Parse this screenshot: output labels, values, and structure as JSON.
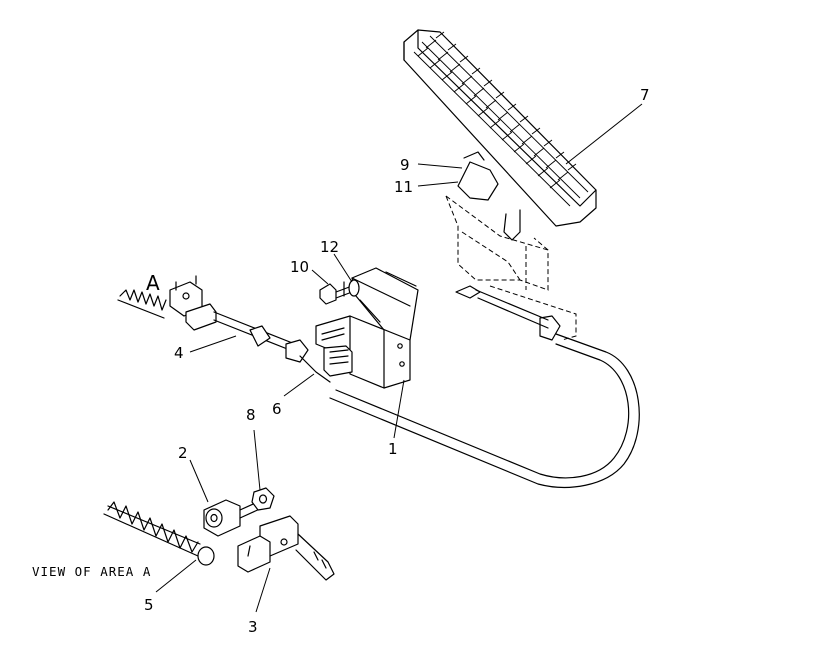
{
  "callouts": {
    "c1": "1",
    "c2": "2",
    "c3": "3",
    "c4": "4",
    "c5": "5",
    "c6": "6",
    "c7": "7",
    "c8": "8",
    "c9": "9",
    "c10": "10",
    "c11": "11",
    "c12": "12"
  },
  "area_marker": "A",
  "view_label": "VIEW OF AREA A"
}
